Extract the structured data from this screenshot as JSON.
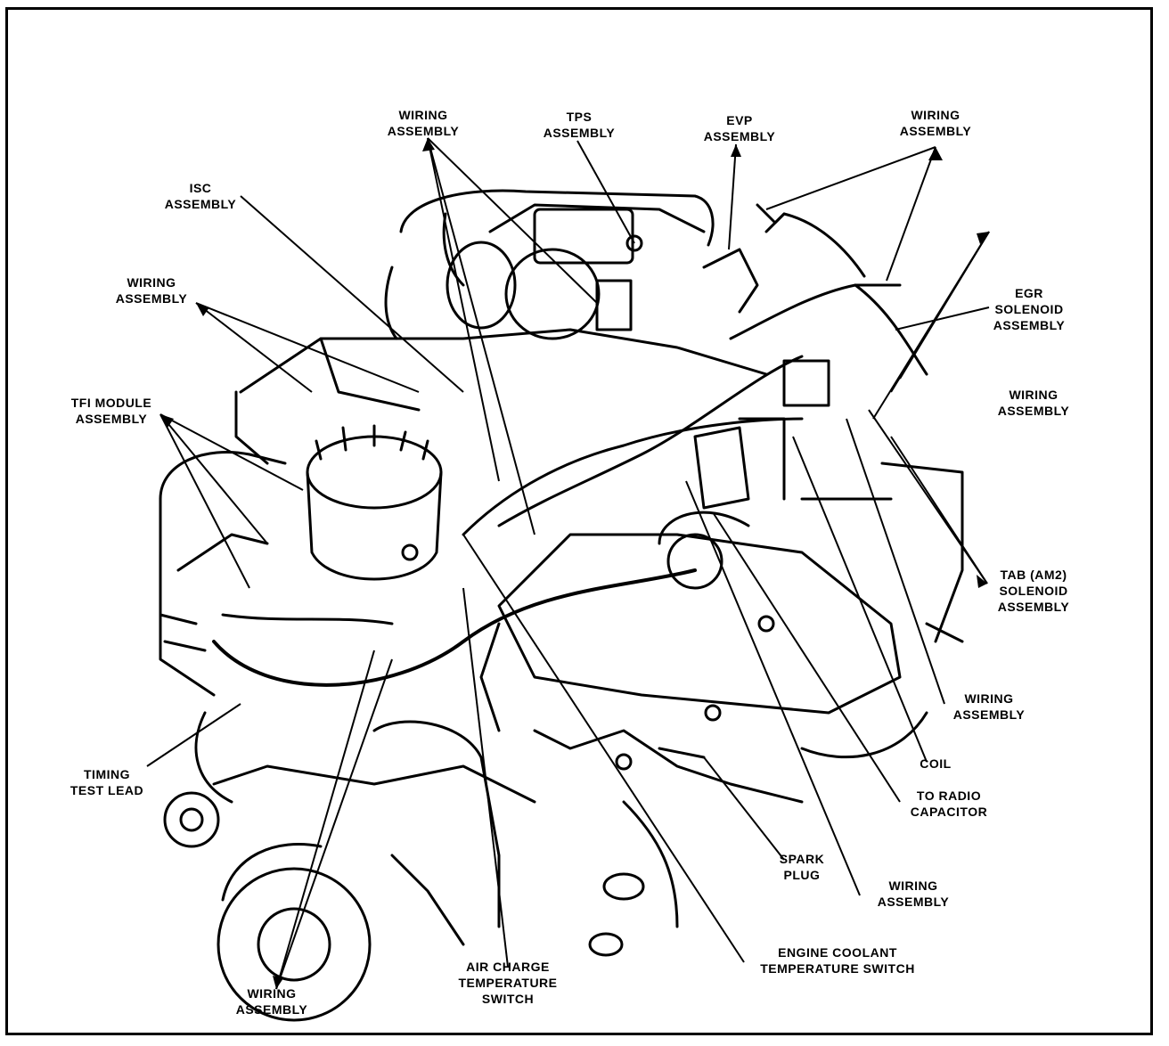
{
  "labels": {
    "wiring_top": [
      "WIRING",
      "ASSEMBLY"
    ],
    "tps": [
      "TPS",
      "ASSEMBLY"
    ],
    "evp": [
      "EVP",
      "ASSEMBLY"
    ],
    "wiring_top_right": [
      "WIRING",
      "ASSEMBLY"
    ],
    "isc": [
      "ISC",
      "ASSEMBLY"
    ],
    "wiring_left": [
      "WIRING",
      "ASSEMBLY"
    ],
    "egr": [
      "EGR",
      "SOLENOID",
      "ASSEMBLY"
    ],
    "wiring_right": [
      "WIRING",
      "ASSEMBLY"
    ],
    "tfi": [
      "TFI MODULE",
      "ASSEMBLY"
    ],
    "tab": [
      "TAB (AM2)",
      "SOLENOID",
      "ASSEMBLY"
    ],
    "wiring_lower_right": [
      "WIRING",
      "ASSEMBLY"
    ],
    "coil": [
      "COIL"
    ],
    "radio": [
      "TO RADIO",
      "CAPACITOR"
    ],
    "timing": [
      "TIMING",
      "TEST LEAD"
    ],
    "spark": [
      "SPARK",
      "PLUG"
    ],
    "wiring_bottom_right": [
      "WIRING",
      "ASSEMBLY"
    ],
    "ect": [
      "ENGINE COOLANT",
      "TEMPERATURE SWITCH"
    ],
    "act": [
      "AIR CHARGE",
      "TEMPERATURE",
      "SWITCH"
    ],
    "wiring_bottom_left": [
      "WIRING",
      "ASSEMBLY"
    ]
  }
}
